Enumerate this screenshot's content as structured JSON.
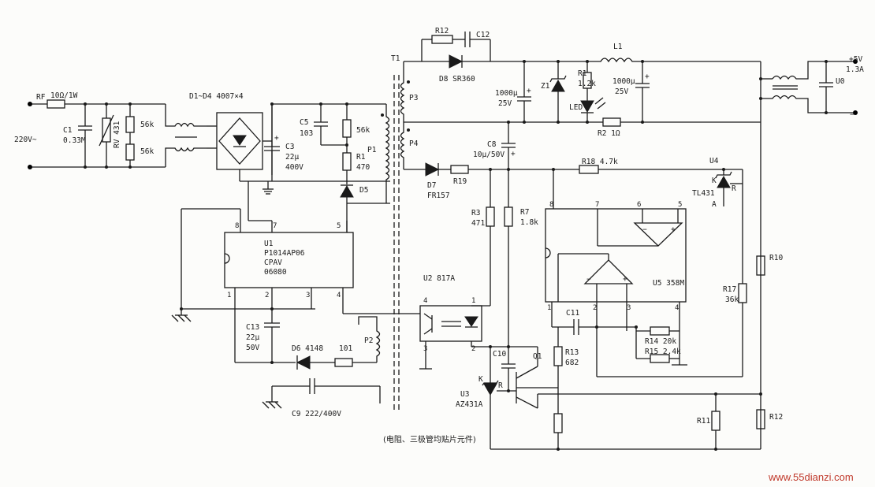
{
  "components": {
    "RF": "RF",
    "RF_val": "10Ω/1W",
    "C1": "C1",
    "C1_val": "0.33M",
    "RV": "RV 431",
    "R56a": "56k",
    "R56b": "56k",
    "input_v": "220V~",
    "bridge": "D1~D4  4007×4",
    "C3": "C3",
    "C3_v1": "22μ",
    "C3_v2": "400V",
    "C5": "C5",
    "C5_val": "103",
    "R56c": "56k",
    "R1p": "R1",
    "R1p_val": "470",
    "D5": "D5",
    "P1": "P1",
    "T1": "T1",
    "P3": "P3",
    "P4": "P4",
    "U1": "U1",
    "U1_l1": "P1014AP06",
    "U1_l2": "CPAV",
    "U1_l3": "06080",
    "C13": "C13",
    "C13_v1": "22μ",
    "C13_v2": "50V",
    "D6": "D6  4148",
    "R101": "101",
    "P2": "P2",
    "C9": "C9  222/400V",
    "R12t": "R12",
    "C12": "C12",
    "D8": "D8  SR360",
    "C_out1": "1000μ",
    "C_out1v": "25V",
    "Z1": "Z1",
    "R1s": "R1",
    "R1s_val": "1.2k",
    "LED": "LED",
    "C_out2": "1000μ",
    "C_out2v": "25V",
    "R2": "R2  1Ω",
    "L1": "L1",
    "U0": "U0",
    "out_v": "+5V",
    "out_i": "1.3A",
    "out_neg": "−",
    "C8": "C8",
    "C8_val": "10μ/50V",
    "D7": "D7",
    "D7_val": "FR157",
    "R19": "R19",
    "R18": "R18  4.7k",
    "U4": "U4",
    "U4_val": "TL431",
    "K": "K",
    "R": "R",
    "A": "A",
    "R3": "R3",
    "R3_val": "471",
    "R7": "R7",
    "R7_val": "1.8k",
    "U2": "U2   817A",
    "U5": "U5  358M",
    "R17": "R17",
    "R17_val": "36k",
    "R10": "R10",
    "C11": "C11",
    "R14": "R14  20k",
    "R15": "R15  2.4k",
    "C10": "C10",
    "Q1": "Q1",
    "R13": "R13",
    "R13_val": "682",
    "U3": "U3",
    "U3_val": "AZ431A",
    "R11": "R11",
    "R12b": "R12"
  },
  "pins": {
    "p8": "8",
    "p7": "7",
    "p5": "5",
    "p1": "1",
    "p2": "2",
    "p3": "3",
    "p4": "4",
    "p6": "6",
    "plus": "+",
    "minus": "−"
  },
  "note": "(电阻、三极管均贴片元件)",
  "watermark": "www.55dianzi.com"
}
